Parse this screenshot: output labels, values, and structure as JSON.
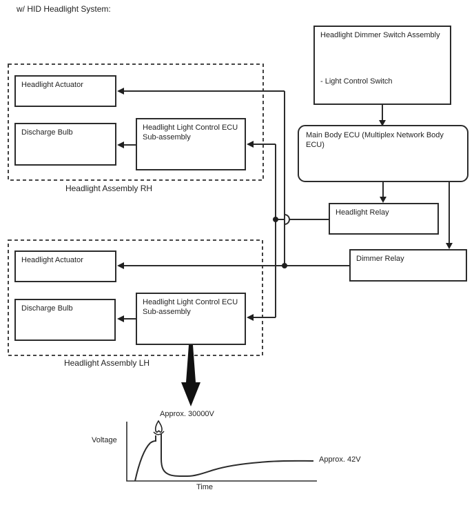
{
  "title": "w/ HID Headlight System:",
  "colors": {
    "ink": "#1f1f1f",
    "line": "#2b2b2b",
    "background": "#ffffff"
  },
  "diagram": {
    "dimmer_switch_assembly": {
      "title": "Headlight Dimmer Switch Assembly",
      "item": "- Light Control Switch"
    },
    "main_body_ecu": {
      "label": "Main Body ECU (Multiplex Network Body ECU)"
    },
    "headlight_relay": {
      "label": "Headlight Relay"
    },
    "dimmer_relay": {
      "label": "Dimmer Relay"
    },
    "assembly_rh": {
      "caption": "Headlight Assembly RH",
      "actuator": "Headlight Actuator",
      "discharge_bulb": "Discharge Bulb",
      "control_ecu": "Headlight Light Control ECU Sub-assembly"
    },
    "assembly_lh": {
      "caption": "Headlight Assembly LH",
      "actuator": "Headlight Actuator",
      "discharge_bulb": "Discharge Bulb",
      "control_ecu": "Headlight Light Control ECU Sub-assembly"
    }
  },
  "chart_data": {
    "type": "line",
    "title": "",
    "xlabel": "Time",
    "ylabel": "Voltage",
    "peak_annotation": "Approx. 30000V",
    "steady_annotation": "Approx. 42V",
    "peak_value_v": 30000,
    "steady_value_v": 42,
    "axis_ticks": "none",
    "description": "Voltage rises at power-on, spikes off-scale to approx. 30000V (drawn with an axis-break flame symbol), collapses to near zero, then gradually settles to approx. 42V over time."
  }
}
